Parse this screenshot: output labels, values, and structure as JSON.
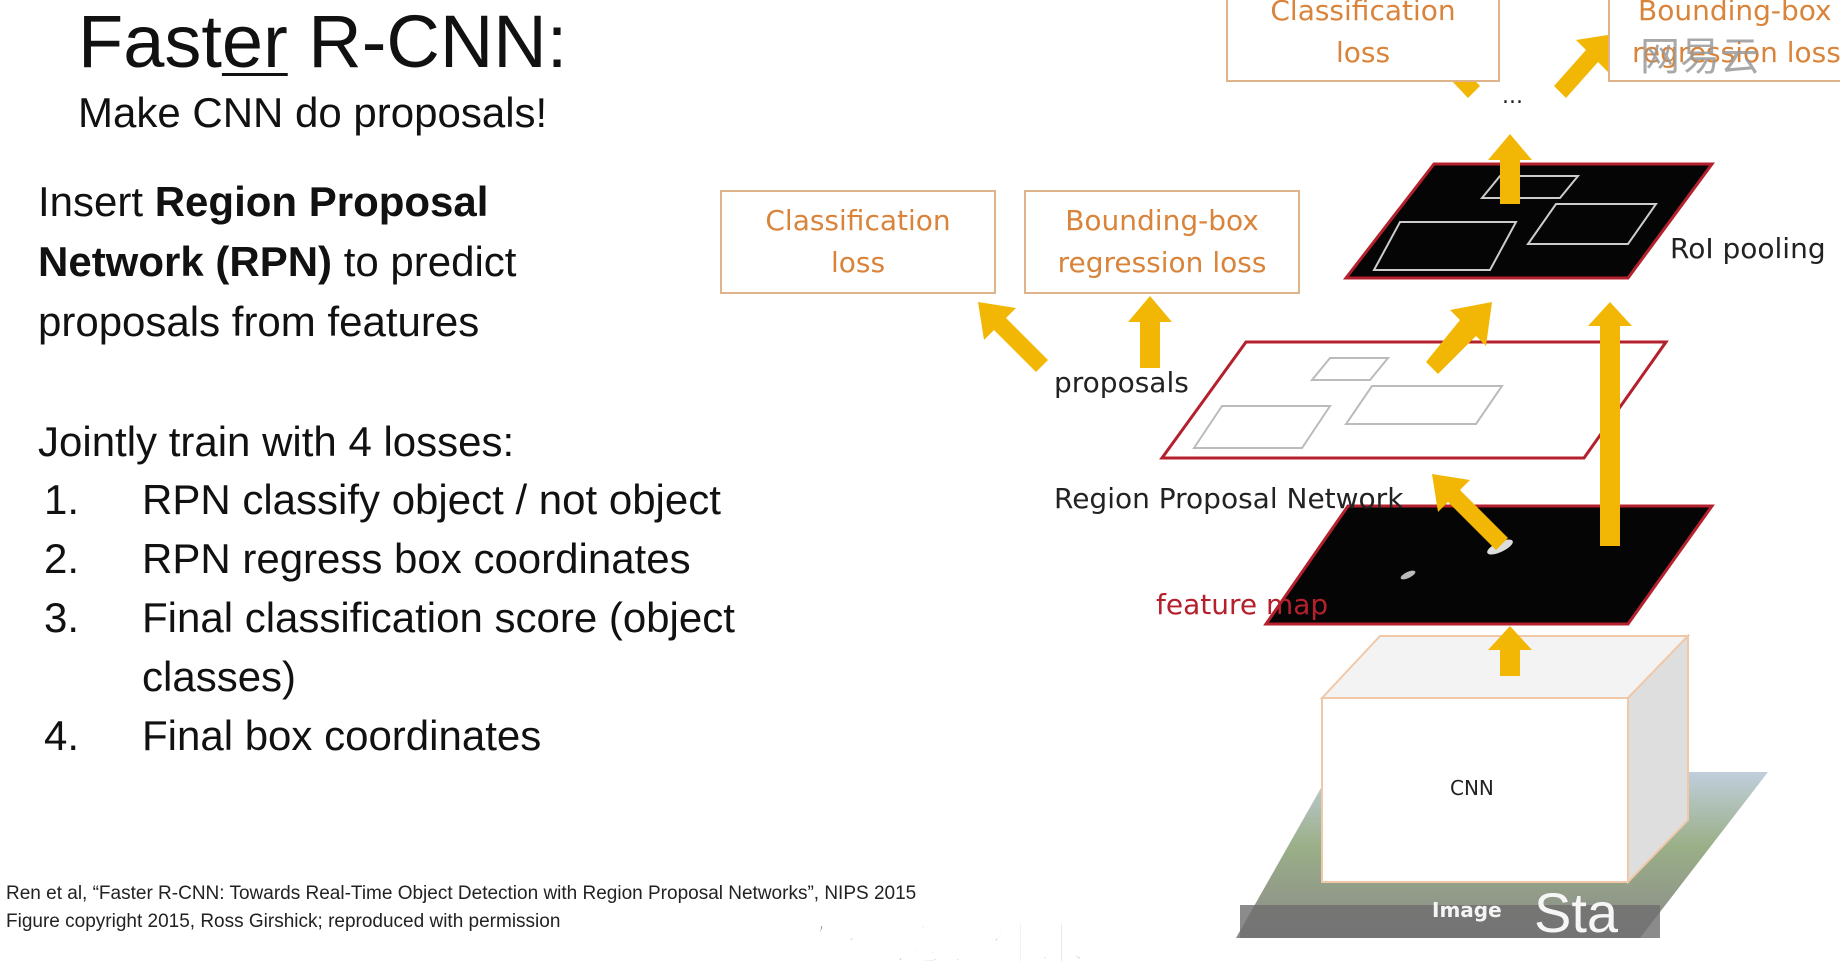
{
  "slide": {
    "title_pre": "Fast",
    "title_under": "er",
    "title_post": " R-CNN:",
    "subtitle": "Make CNN do proposals!",
    "insert_pre": "Insert ",
    "insert_bold1": "Region Proposal",
    "insert_bold2": "Network (RPN)",
    "insert_post1": " to predict",
    "insert_line3": "proposals from features",
    "jointly": "Jointly train with 4 losses:",
    "losses": [
      {
        "num": "1.",
        "text": "RPN classify object / not object"
      },
      {
        "num": "2.",
        "text": "RPN regress box coordinates"
      },
      {
        "num": "3.",
        "text": "Final classification score (object"
      },
      {
        "num": "",
        "text": "classes)"
      },
      {
        "num": "4.",
        "text": "Final box coordinates"
      }
    ],
    "citation1": "Ren et al, “Faster R-CNN: Towards Real-Time Object Detection with Region Proposal Networks”, NIPS 2015",
    "citation2": "Figure copyright 2015, Ross Girshick; reproduced with permission"
  },
  "diagram": {
    "top_cls_loss_1": "Classification",
    "top_cls_loss_2": "loss",
    "top_bbox_loss_1": "Bounding-box",
    "top_bbox_loss_2": "regression loss",
    "ellipsis": "...",
    "rpn_cls_loss_1": "Classification",
    "rpn_cls_loss_2": "loss",
    "rpn_bbox_loss_1": "Bounding-box",
    "rpn_bbox_loss_2": "regression loss",
    "roi_pooling": "RoI pooling",
    "proposals": "proposals",
    "rpn": "Region Proposal Network",
    "feature_map": "feature map",
    "cnn": "CNN",
    "image": "Image",
    "stanford": "Sta",
    "colors": {
      "arrow": "#f2b705",
      "loss_border": "#e0b48a",
      "loss_text": "#d9843a",
      "red": "#b4202c"
    }
  },
  "overlay": {
    "watermark": "网易云",
    "subtitle_cn": "而你这恶什未"
  }
}
